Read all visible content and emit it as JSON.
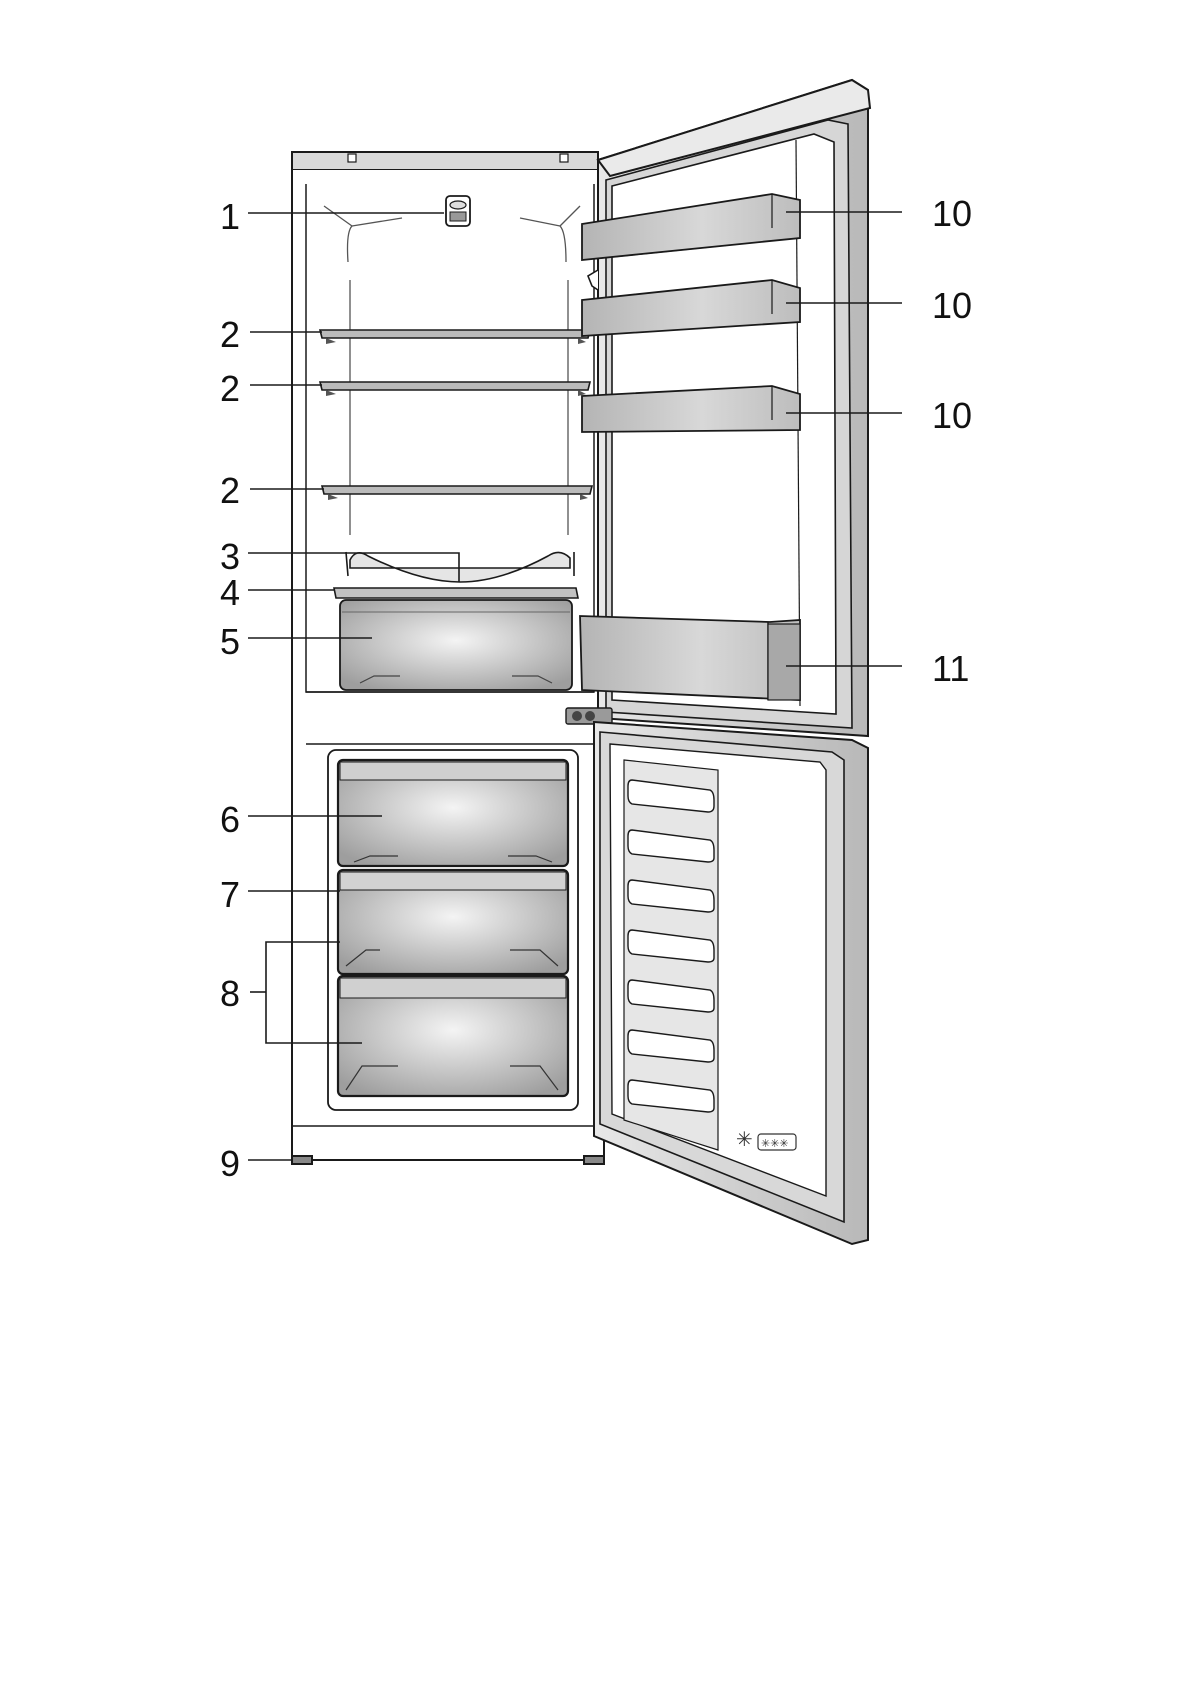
{
  "labels": {
    "l1": "1",
    "l2a": "2",
    "l2b": "2",
    "l2c": "2",
    "l3": "3",
    "l4": "4",
    "l5": "5",
    "l6": "6",
    "l7": "7",
    "l8": "8",
    "l9": "9",
    "l10a": "10",
    "l10b": "10",
    "l10c": "10",
    "l11": "11"
  },
  "freezer_rating": {
    "symbol": "✳",
    "stars": "✳✳✳"
  },
  "colors": {
    "line": "#1a1a1a",
    "panel": "#d6d6d6",
    "panel_dark": "#9a9a9a",
    "interior": "#ffffff",
    "drawer_light": "#f2f2f2",
    "drawer_dark": "#a9a9a9"
  }
}
